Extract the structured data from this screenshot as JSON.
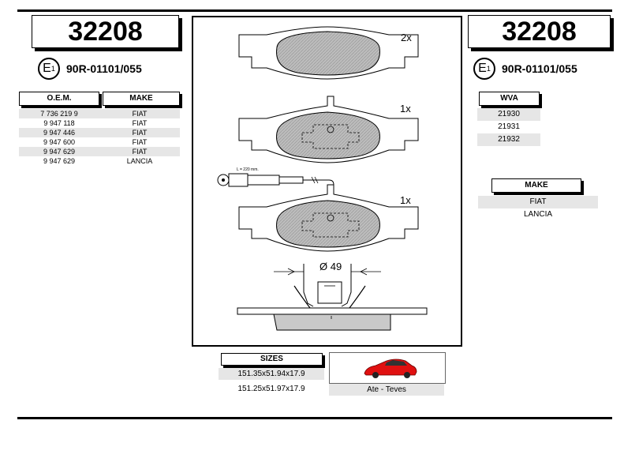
{
  "part_number_left": "32208",
  "part_number_right": "32208",
  "certification_left": {
    "mark": "E",
    "sub": "1",
    "code": "90R-01101/055"
  },
  "certification_right": {
    "mark": "E",
    "sub": "1",
    "code": "90R-01101/055"
  },
  "oem_table": {
    "headers": [
      "O.E.M.",
      "MAKE"
    ],
    "rows": [
      [
        "7 736 219 9",
        "FIAT"
      ],
      [
        "9 947 118",
        "FIAT"
      ],
      [
        "9 947 446",
        "FIAT"
      ],
      [
        "9 947 600",
        "FIAT"
      ],
      [
        "9 947 629",
        "FIAT"
      ],
      [
        "9 947 629",
        "LANCIA"
      ]
    ]
  },
  "wva_table": {
    "header": "WVA",
    "rows": [
      "21930",
      "21931",
      "21932"
    ]
  },
  "make_table": {
    "header": "MAKE",
    "rows": [
      "FIAT",
      "LANCIA"
    ]
  },
  "drawing": {
    "qty_top": "2x",
    "qty_middle": "1x",
    "qty_bottom": "1x",
    "sensor_label": "L = 220 mm.",
    "diameter": "Ø 49"
  },
  "sizes": {
    "header": "SIZES",
    "rows": [
      "151.35x51.94x17.9",
      "151.25x51.97x17.9"
    ]
  },
  "caliper": {
    "label": "Ate - Teves",
    "car_color": "#e01010"
  }
}
